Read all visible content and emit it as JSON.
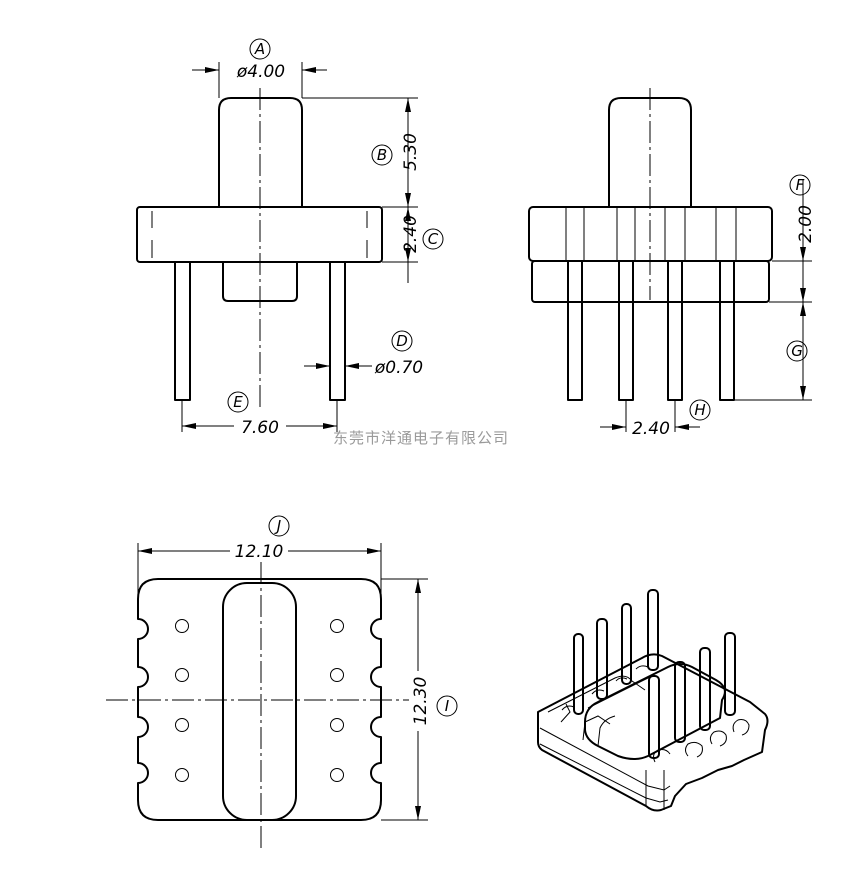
{
  "watermark": "东莞市洋通电子有限公司",
  "front_view": {
    "dimensions": {
      "A": {
        "letter": "A",
        "value": "ø4.00"
      },
      "B": {
        "letter": "B",
        "value": "5.30"
      },
      "C": {
        "letter": "C",
        "value": "2.40"
      },
      "D": {
        "letter": "D",
        "value": "ø0.70"
      },
      "E": {
        "letter": "E",
        "value": "7.60"
      }
    }
  },
  "side_view": {
    "dimensions": {
      "F": {
        "letter": "F",
        "value": "2.00"
      },
      "G": {
        "letter": "G",
        "value": ""
      },
      "H": {
        "letter": "H",
        "value": "2.40"
      }
    }
  },
  "bottom_view": {
    "dimensions": {
      "J": {
        "letter": "J",
        "value": "12.10"
      },
      "I": {
        "letter": "I",
        "value": "12.30"
      }
    }
  }
}
